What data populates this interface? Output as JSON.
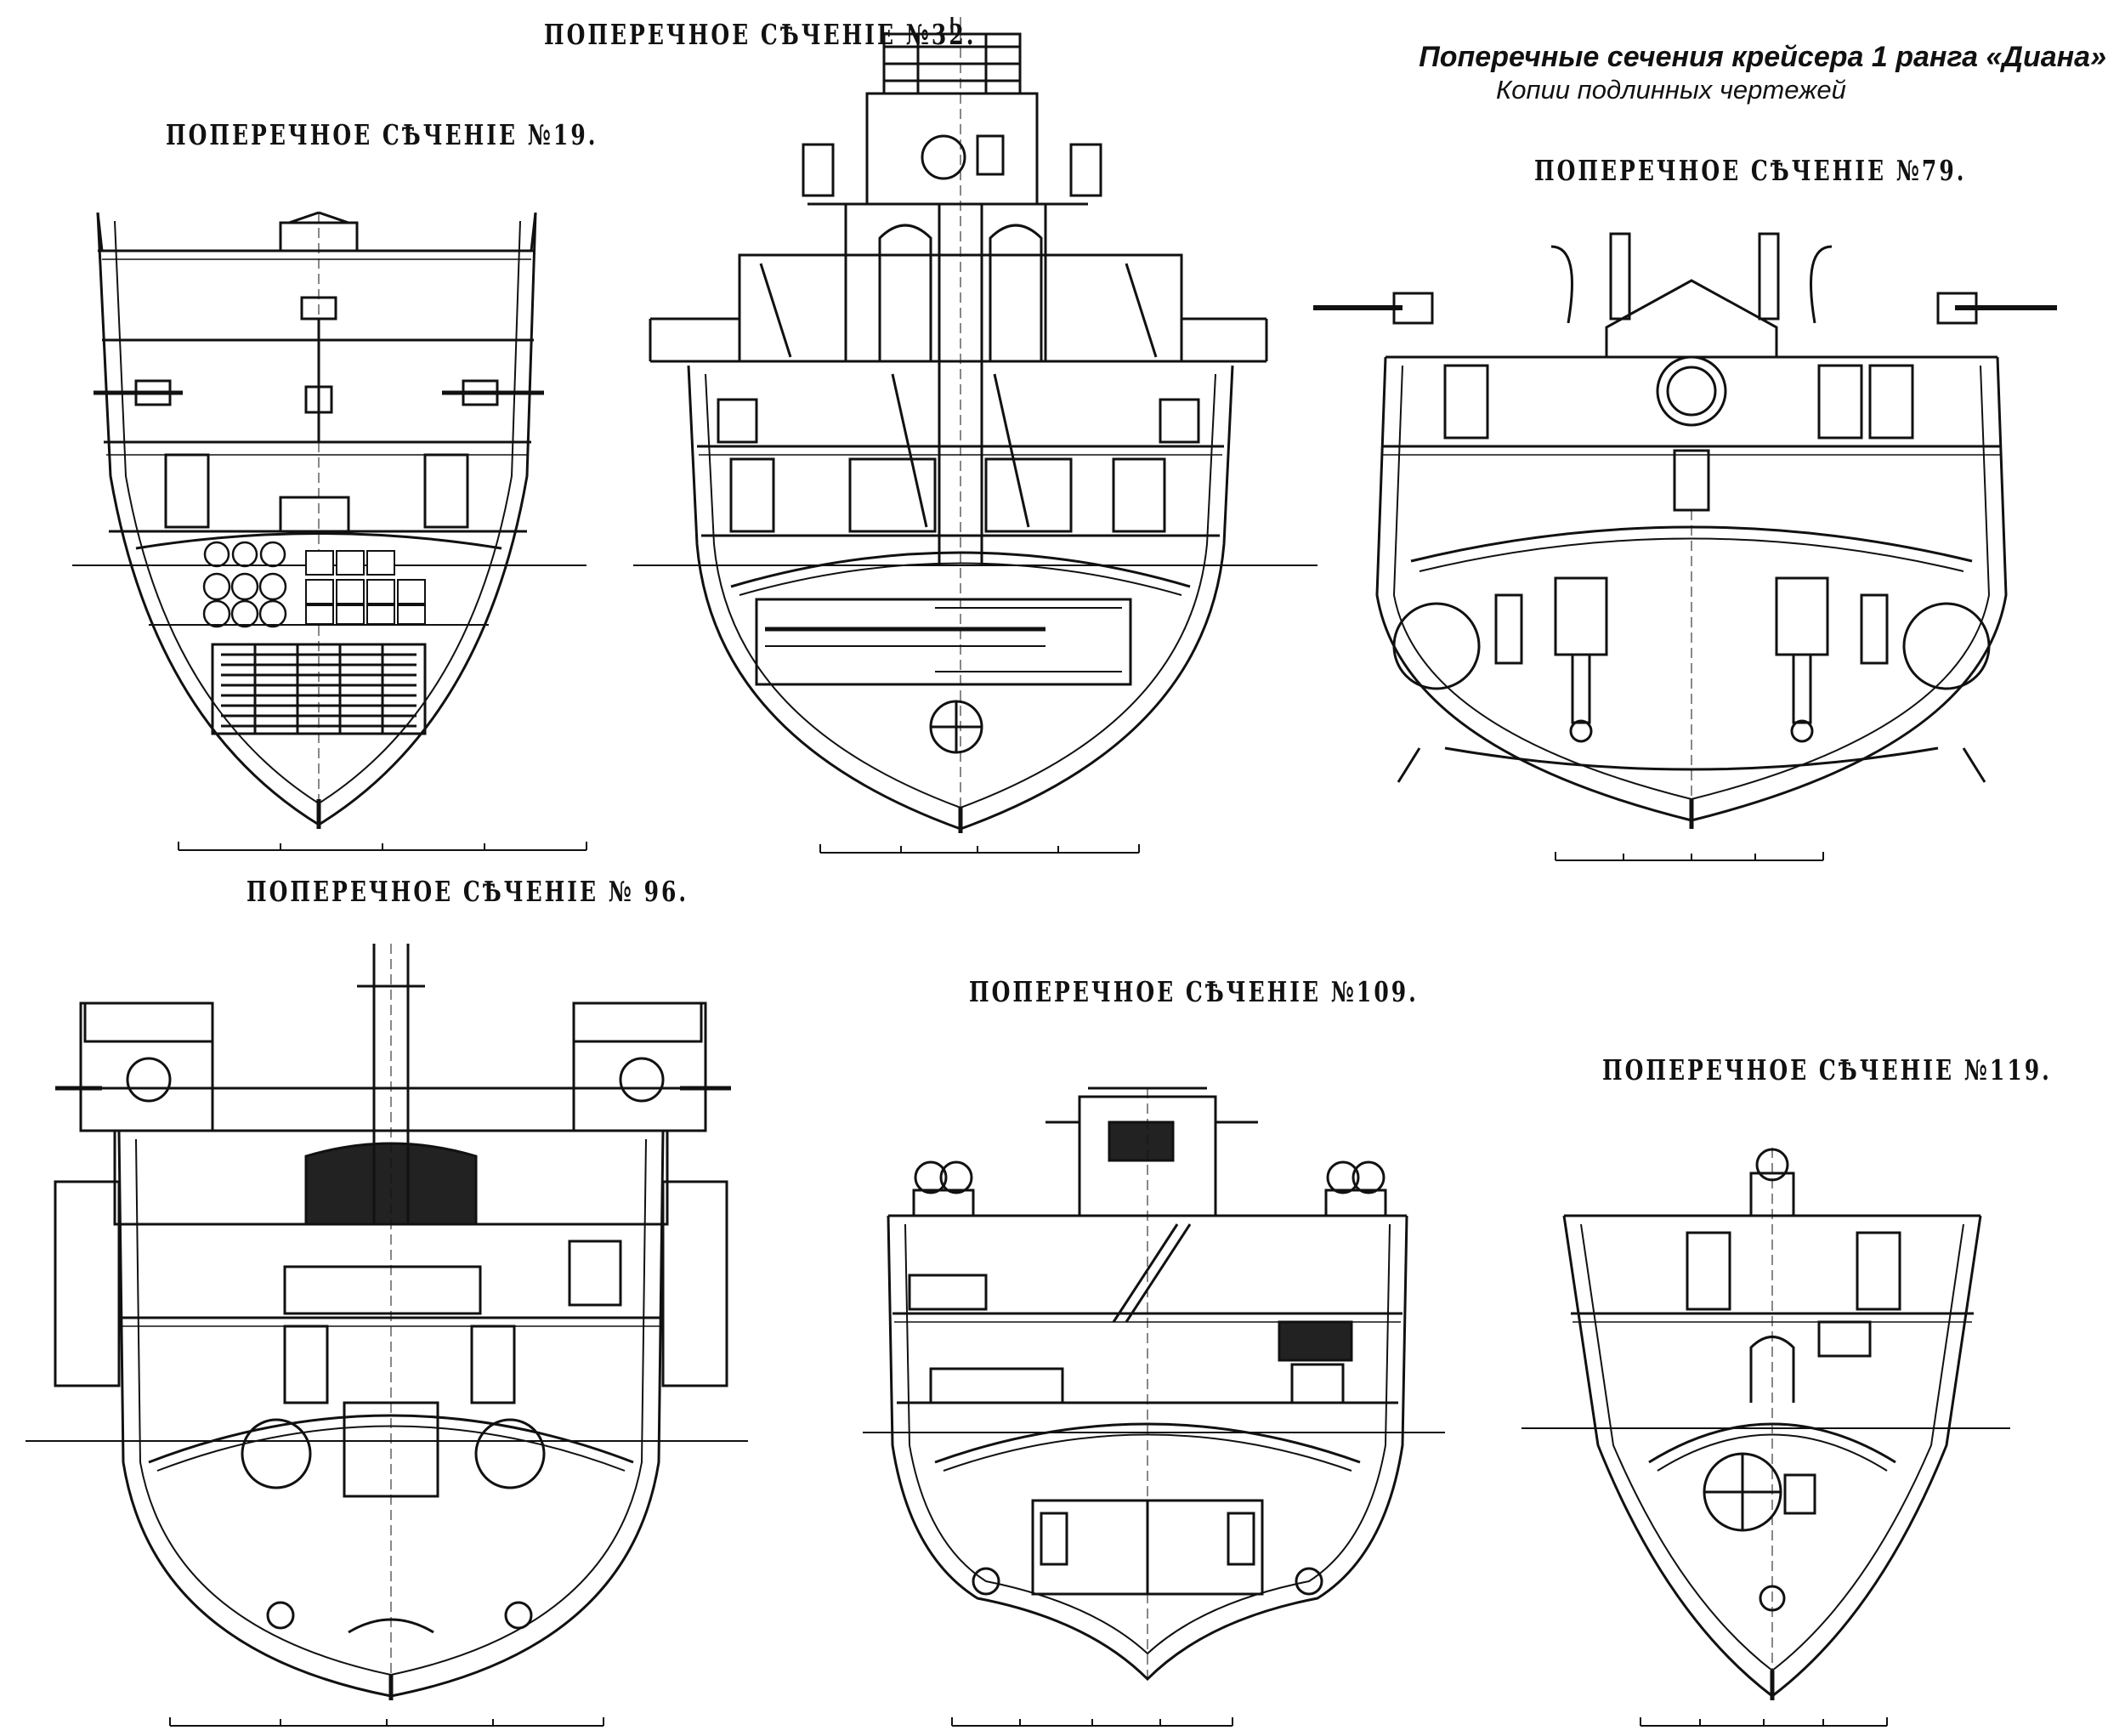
{
  "header": {
    "title": "Поперечные сечения крейсера 1 ранга «Диана»",
    "subtitle": "Копии подлинных чертежей"
  },
  "sections": [
    {
      "id": "s19",
      "caption": "ПОПЕРЕЧНОЕ СѢЧЕНІЕ №19."
    },
    {
      "id": "s32",
      "caption": "ПОПЕРЕЧНОЕ СѢЧЕНІЕ №32."
    },
    {
      "id": "s79",
      "caption": "ПОПЕРЕЧНОЕ СѢЧЕНІЕ №79."
    },
    {
      "id": "s96",
      "caption": "ПОПЕРЕЧНОЕ СѢЧЕНІЕ № 96."
    },
    {
      "id": "s109",
      "caption": "ПОПЕРЕЧНОЕ СѢЧЕНІЕ №109."
    },
    {
      "id": "s119",
      "caption": "ПОПЕРЕЧНОЕ СѢЧЕНІЕ №119."
    }
  ]
}
